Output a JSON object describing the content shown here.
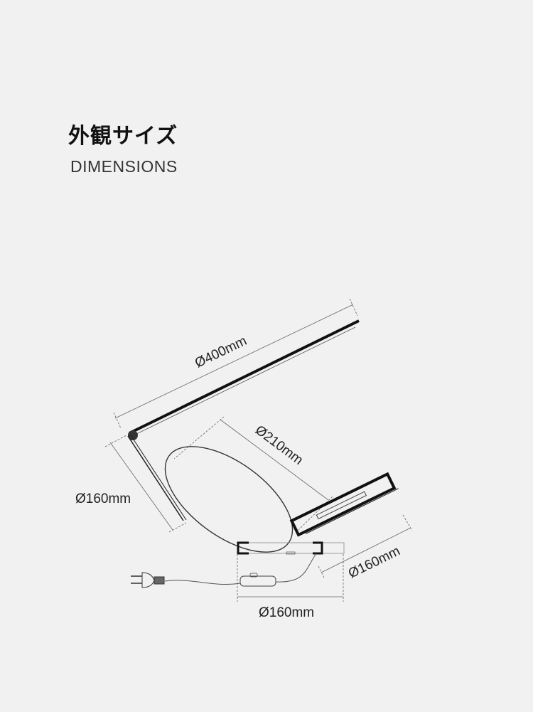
{
  "header": {
    "title_jp": "外観サイズ",
    "title_en": "DIMENSIONS"
  },
  "dimensions": {
    "arm_length": "Ø400mm",
    "lower_arm_length": "Ø160mm",
    "ring_diameter": "Ø210mm",
    "head_length": "Ø160mm",
    "base_width": "Ø160mm"
  }
}
